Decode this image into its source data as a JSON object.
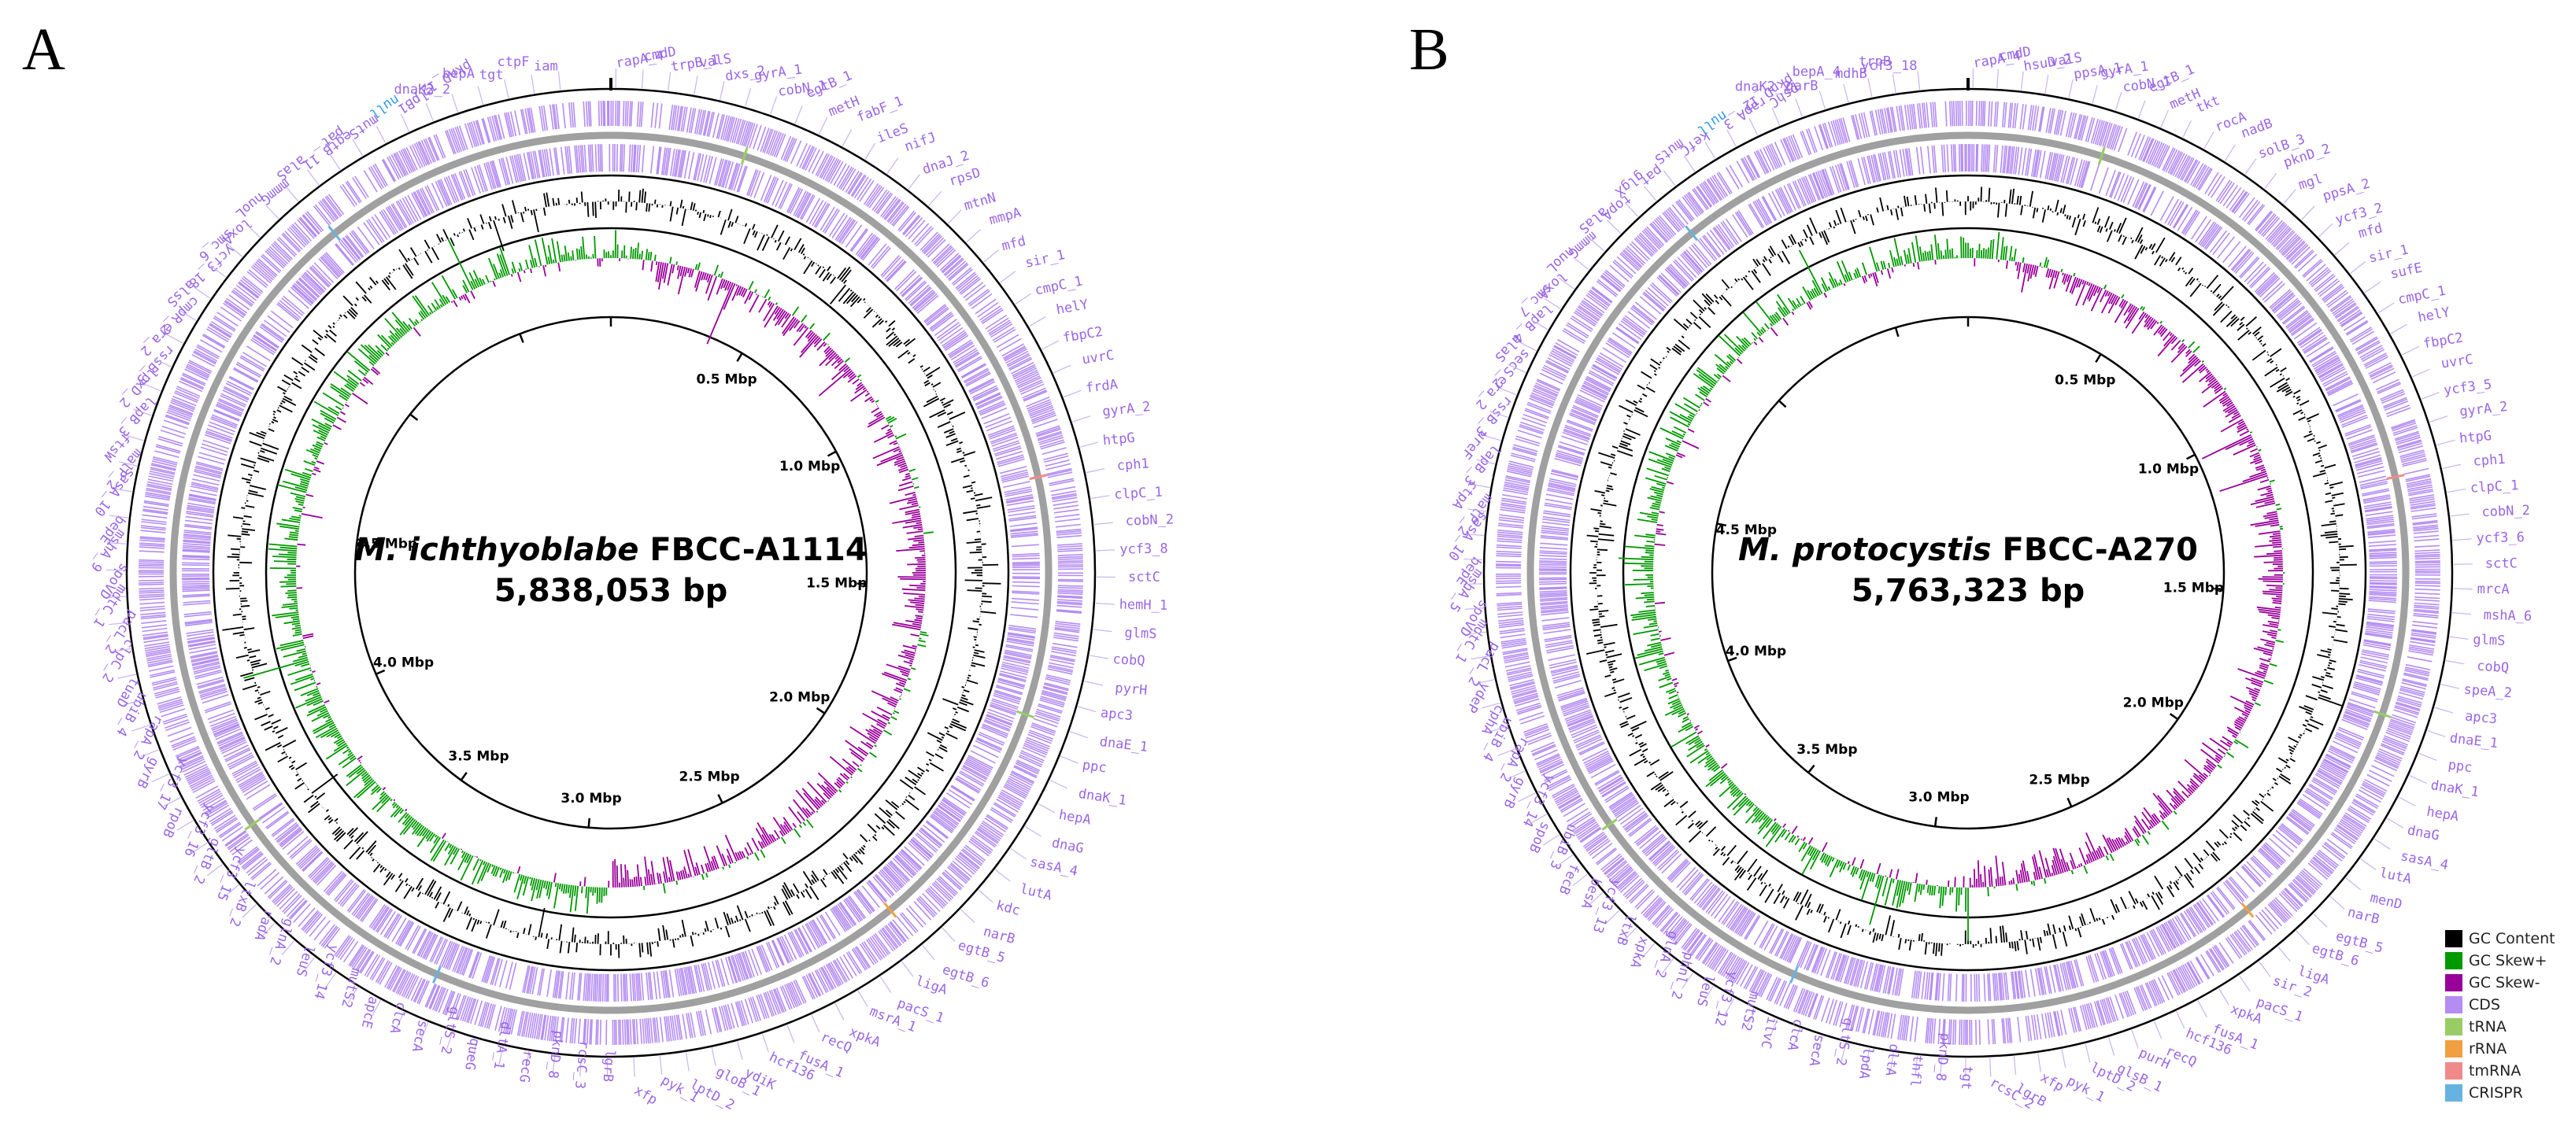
{
  "panels": [
    {
      "letter": "A",
      "species": "M. ichthyoblabe",
      "strain": "FBCC-A1114",
      "length": "5,838,053 bp",
      "genome_bp": 5838053,
      "seed": 11,
      "scale_labels": [
        "0.5 Mbp",
        "1.0 Mbp",
        "1.5 Mbp",
        "2.0 Mbp",
        "2.5 Mbp",
        "3.0 Mbp",
        "3.5 Mbp",
        "4.0 Mbp",
        "4.5 Mbp"
      ],
      "genes": [
        "rapA_4",
        "cmdD",
        "trpB_1",
        "valS",
        "dxs_2",
        "gyrA_1",
        "cobN_1",
        "egtB_1",
        "metH",
        "fabF_1",
        "ileS",
        "nifJ",
        "dnaJ_2",
        "rpsD",
        "mtnN",
        "mmpA",
        "mfd",
        "sir_1",
        "cmpC_1",
        "helY",
        "fbpC2",
        "uvrC",
        "frdA",
        "gyrA_2",
        "htpG",
        "cph1",
        "clpC_1",
        "cobN_2",
        "ycf3_8",
        "sctC",
        "hemH_1",
        "glmS",
        "cobQ",
        "pyrH",
        "apc3",
        "dnaE_1",
        "ppc",
        "dnaK_1",
        "hepA",
        "dnaG",
        "sasA_4",
        "lutA",
        "kdc",
        "narB",
        "egtB_5",
        "egtB_6",
        "ligA",
        "pacS_1",
        "msrA_1",
        "xpkA",
        "recQ",
        "fusA_1",
        "hcf136",
        "ydiK",
        "gloB_1",
        "lptD_2",
        "pyk_1",
        "xfp",
        "lgrB",
        "rcsC_3",
        "pknD_8",
        "recG",
        "dltA_1",
        "queG",
        "gltS_2",
        "secA",
        "clcA",
        "apcE",
        "mutS2",
        "ycf3_14",
        "leuS",
        "glnA_2",
        "radA",
        "ltxB_2",
        "ycf3_15",
        "gltB_2",
        "ycf3_16",
        "rpoB",
        "ycf3_17",
        "gyrB",
        "rapA_2",
        "ubiB_4",
        "tuaD",
        "clpC_2",
        "pacL_2",
        "mdtC_1",
        "spoVD",
        "mshA_9",
        "bepE",
        "sasA_10",
        "malP_2",
        "ftsW",
        "lapB_3",
        "lpxD_2",
        "rssB_3",
        "era_2",
        "cmpR_2",
        "alsS",
        "ycf3_18",
        "smc_6",
        "loxA",
        "nuoL",
        "mmmG",
        "alaS",
        "egtB_11",
        "pat",
        "mutS",
        "null",
        "clpB1",
        "pknD_12",
        "dnaK2_2",
        "bepA",
        "tgt",
        "ctpF",
        "iam"
      ]
    },
    {
      "letter": "B",
      "species": "M. protocystis",
      "strain": "FBCC-A270",
      "length": "5,763,323 bp",
      "genome_bp": 5763323,
      "seed": 29,
      "scale_labels": [
        "0.5 Mbp",
        "1.0 Mbp",
        "1.5 Mbp",
        "2.0 Mbp",
        "2.5 Mbp",
        "3.0 Mbp",
        "3.5 Mbp",
        "4.0 Mbp",
        "4.5 Mbp"
      ],
      "genes": [
        "rapA_4",
        "cmdD",
        "hsuD_2",
        "valS",
        "ppsA_1",
        "gyrA_1",
        "cobN_1",
        "egtB_1",
        "metH",
        "tkt",
        "rocA",
        "nadB",
        "solB_3",
        "pknD_2",
        "mgl",
        "ppsA_2",
        "ycf3_2",
        "mfd",
        "sir_1",
        "sufE",
        "cmpC_1",
        "helY",
        "fbpC2",
        "uvrC",
        "ycf3_5",
        "gyrA_2",
        "htpG",
        "cph1",
        "clpC_1",
        "cobN_2",
        "ycf3_6",
        "sctC",
        "mrcA",
        "mshA_6",
        "glmS",
        "cobQ",
        "speA_2",
        "apc3",
        "dnaE_1",
        "ppc",
        "dnaK_1",
        "hepA",
        "dnaG",
        "sasA_4",
        "lutA",
        "menD",
        "narB",
        "egtB_5",
        "egtB_6",
        "ligA",
        "sir_2",
        "pacS_1",
        "xpkA",
        "fusA_1",
        "hcf136",
        "recQ",
        "purH",
        "glsB_1",
        "lptD_2",
        "pyk_1",
        "xfp",
        "lgrB",
        "rcsC_2",
        "tgt",
        "pknD_8",
        "thfl",
        "dltA",
        "lpdA",
        "gltS_2",
        "secA",
        "clcA",
        "ilvC",
        "mutS2",
        "ycf3_12",
        "leuS",
        "phnl_2",
        "glnA_2",
        "xpkA",
        "ltxB",
        "ycf3_13",
        "besA",
        "fecB",
        "ubiB_3",
        "spoB",
        "ycf3_14",
        "gyrB",
        "rapA_2",
        "ubiB_4",
        "cphA",
        "ydeP",
        "pacL_2",
        "mdtC_1",
        "spoVD",
        "mshA_5",
        "bepE",
        "sasA_10",
        "malP_2",
        "ctpA",
        "lapB_3",
        "ureF",
        "rssB_3",
        "era_2",
        "secS_2",
        "alaS",
        "lapB_4",
        "smc_7",
        "loxA",
        "nuoL",
        "mmmG",
        "alaS",
        "topA",
        "glgX",
        "pat",
        "mutS",
        "kefC",
        "null",
        "rapA_3",
        "pknD_12",
        "pshC",
        "dnaK2_2",
        "garB",
        "bepA_4",
        "mdhB",
        "trpB",
        "ycf3_18"
      ]
    }
  ],
  "legend": [
    {
      "label": "GC Content",
      "color": "#000000"
    },
    {
      "label": "GC Skew+",
      "color": "#009900"
    },
    {
      "label": "GC Skew-",
      "color": "#990099"
    },
    {
      "label": "CDS",
      "color": "#b48cf2"
    },
    {
      "label": "tRNA",
      "color": "#99cc66"
    },
    {
      "label": "rRNA",
      "color": "#f0a040"
    },
    {
      "label": "tmRNA",
      "color": "#f08a8a"
    },
    {
      "label": "CRISPR",
      "color": "#66b2e0"
    }
  ],
  "colors": {
    "cds": "#b48cf2",
    "backbone": "#a0a0a0",
    "gene_label": "#9966e6",
    "null_label": "#3399e6",
    "gc_content": "#000000",
    "skew_plus": "#009900",
    "skew_minus": "#990099"
  }
}
